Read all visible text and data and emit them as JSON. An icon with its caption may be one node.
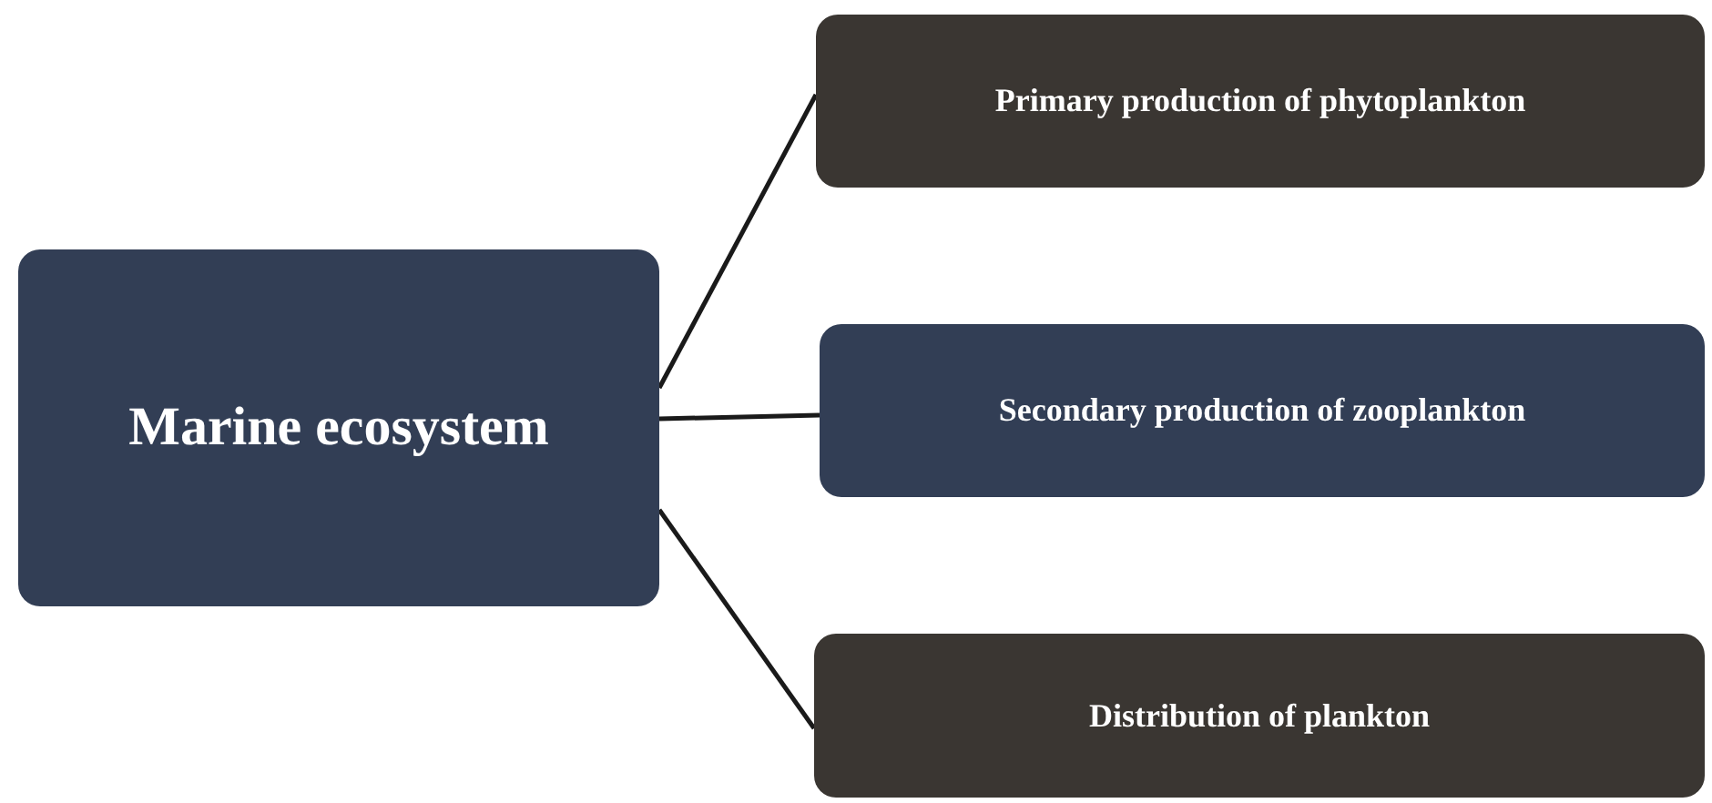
{
  "diagram": {
    "nodes": [
      {
        "text": [
          "Marine ecosystem"
        ]
      },
      {
        "text": [
          "Primary production of phytoplankton"
        ]
      },
      {
        "text": [
          "Secondary production of zooplankton"
        ]
      },
      {
        "text": [
          "Distribution of plankton"
        ]
      }
    ],
    "edges": [
      {
        "from": 0,
        "to": 1,
        "arrow": "none"
      },
      {
        "from": 0,
        "to": 2,
        "arrow": "none"
      },
      {
        "from": 0,
        "to": 3,
        "arrow": "none"
      }
    ]
  }
}
